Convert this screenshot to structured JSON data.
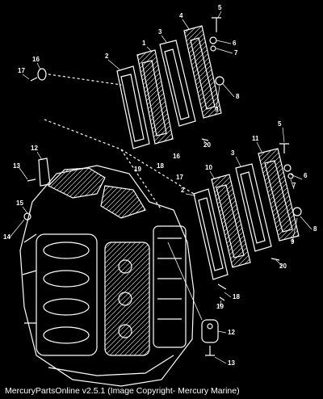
{
  "caption": "MercuryPartsOnline v2.5.1 (Image Copyright- Mercury Marine)",
  "callouts": [
    {
      "id": "c1",
      "label": "1"
    },
    {
      "id": "c2",
      "label": "2"
    },
    {
      "id": "c3",
      "label": "3"
    },
    {
      "id": "c4",
      "label": "4"
    },
    {
      "id": "c5",
      "label": "5"
    },
    {
      "id": "c6",
      "label": "6"
    },
    {
      "id": "c7",
      "label": "7"
    },
    {
      "id": "c8",
      "label": "8"
    },
    {
      "id": "c9",
      "label": "9"
    },
    {
      "id": "c16",
      "label": "16"
    },
    {
      "id": "c17",
      "label": "17"
    },
    {
      "id": "c20",
      "label": "20"
    },
    {
      "id": "c12",
      "label": "12"
    },
    {
      "id": "c13",
      "label": "13"
    },
    {
      "id": "c15",
      "label": "15"
    },
    {
      "id": "c14",
      "label": "14"
    },
    {
      "id": "c19",
      "label": "19"
    },
    {
      "id": "c18",
      "label": "18"
    },
    {
      "id": "c16b",
      "label": "16"
    },
    {
      "id": "c17b",
      "label": "17"
    },
    {
      "id": "c5b",
      "label": "5"
    },
    {
      "id": "c11",
      "label": "11"
    },
    {
      "id": "c3b",
      "label": "3"
    },
    {
      "id": "c10",
      "label": "10"
    },
    {
      "id": "c2b",
      "label": "2"
    },
    {
      "id": "c6b",
      "label": "6"
    },
    {
      "id": "c7b",
      "label": "7"
    },
    {
      "id": "c8b",
      "label": "8"
    },
    {
      "id": "c9b",
      "label": "9"
    },
    {
      "id": "c20b",
      "label": "20"
    },
    {
      "id": "c18b",
      "label": "18"
    },
    {
      "id": "c19b",
      "label": "19"
    },
    {
      "id": "c12b",
      "label": "12"
    },
    {
      "id": "c13b",
      "label": "13"
    }
  ]
}
